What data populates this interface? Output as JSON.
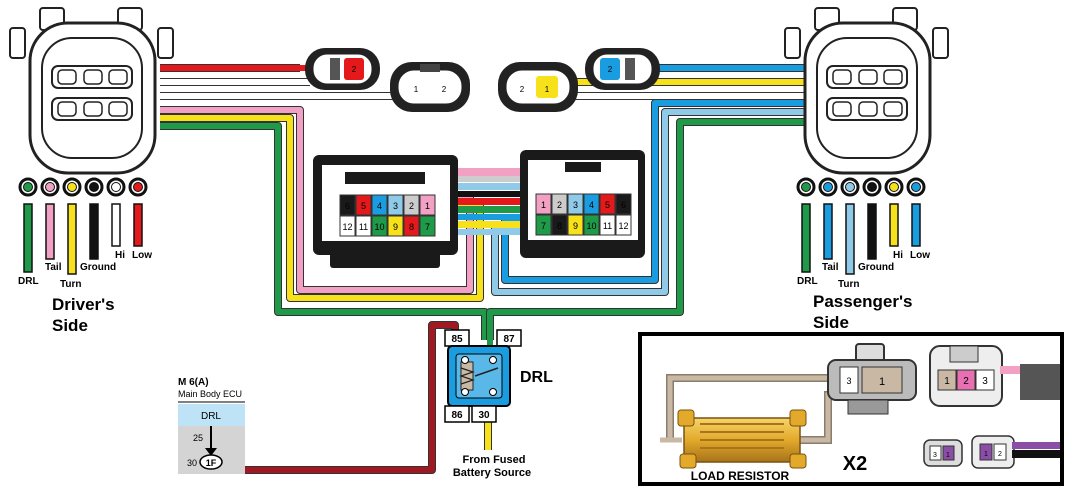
{
  "colors": {
    "green": "#1e9a48",
    "pink": "#f2a0c4",
    "yellow": "#f7e11a",
    "black": "#111111",
    "white": "#ffffff",
    "red": "#e3191b",
    "blue": "#1a9de0",
    "lightblue": "#8fcbe8",
    "darkred": "#a01822",
    "tan": "#c9b9a4",
    "relay_blue": "#1a9de0",
    "ecu_blue": "#bfe3f6"
  },
  "driver": {
    "title_line1": "Driver's",
    "title_line2": "Side",
    "wires": [
      {
        "label": "DRL",
        "color": "#1e9a48"
      },
      {
        "label": "Tail",
        "color": "#f2a0c4"
      },
      {
        "label": "Turn",
        "color": "#f7e11a"
      },
      {
        "label": "Ground",
        "color": "#111111"
      },
      {
        "label": "Hi",
        "color": "#ffffff"
      },
      {
        "label": "Low",
        "color": "#e3191b"
      }
    ]
  },
  "passenger": {
    "title_line1": "Passenger's",
    "title_line2": "Side",
    "wires": [
      {
        "label": "DRL",
        "color": "#1e9a48"
      },
      {
        "label": "Tail",
        "color": "#1a9de0"
      },
      {
        "label": "Turn",
        "color": "#8fcbe8"
      },
      {
        "label": "Ground",
        "color": "#111111"
      },
      {
        "label": "Hi",
        "color": "#f7e11a"
      },
      {
        "label": "Low",
        "color": "#1a9de0"
      }
    ]
  },
  "small_connectors": {
    "left_red_pin": "2",
    "left_pair": [
      "1",
      "2"
    ],
    "right_pair": [
      "2",
      "1"
    ],
    "right_blue_pin": "2"
  },
  "left_block": {
    "top_row": [
      "6",
      "5",
      "4",
      "3",
      "2",
      "1"
    ],
    "bottom_row": [
      "12",
      "11",
      "10",
      "9",
      "8",
      "7"
    ]
  },
  "right_block": {
    "top_row": [
      "1",
      "2",
      "3",
      "4",
      "5",
      "6"
    ],
    "bottom_row": [
      "7",
      "8",
      "9",
      "10",
      "11",
      "12"
    ]
  },
  "relay": {
    "label": "DRL",
    "pin_85": "85",
    "pin_87": "87",
    "pin_86": "86",
    "pin_30": "30",
    "source_line1": "From Fused",
    "source_line2": "Battery Source"
  },
  "ecu": {
    "connector": "M 6(A)",
    "name": "Main Body ECU",
    "label": "DRL",
    "pin_25": "25",
    "pin_30": "30",
    "terminal": "1F"
  },
  "inset": {
    "quantity": "X2",
    "resistor_label": "LOAD RESISTOR",
    "connector1_pins": [
      "3",
      "1"
    ],
    "connector2_pins": [
      "1",
      "2",
      "3"
    ],
    "small_a": [
      "3",
      "1"
    ],
    "small_b": [
      "1",
      "2"
    ]
  }
}
